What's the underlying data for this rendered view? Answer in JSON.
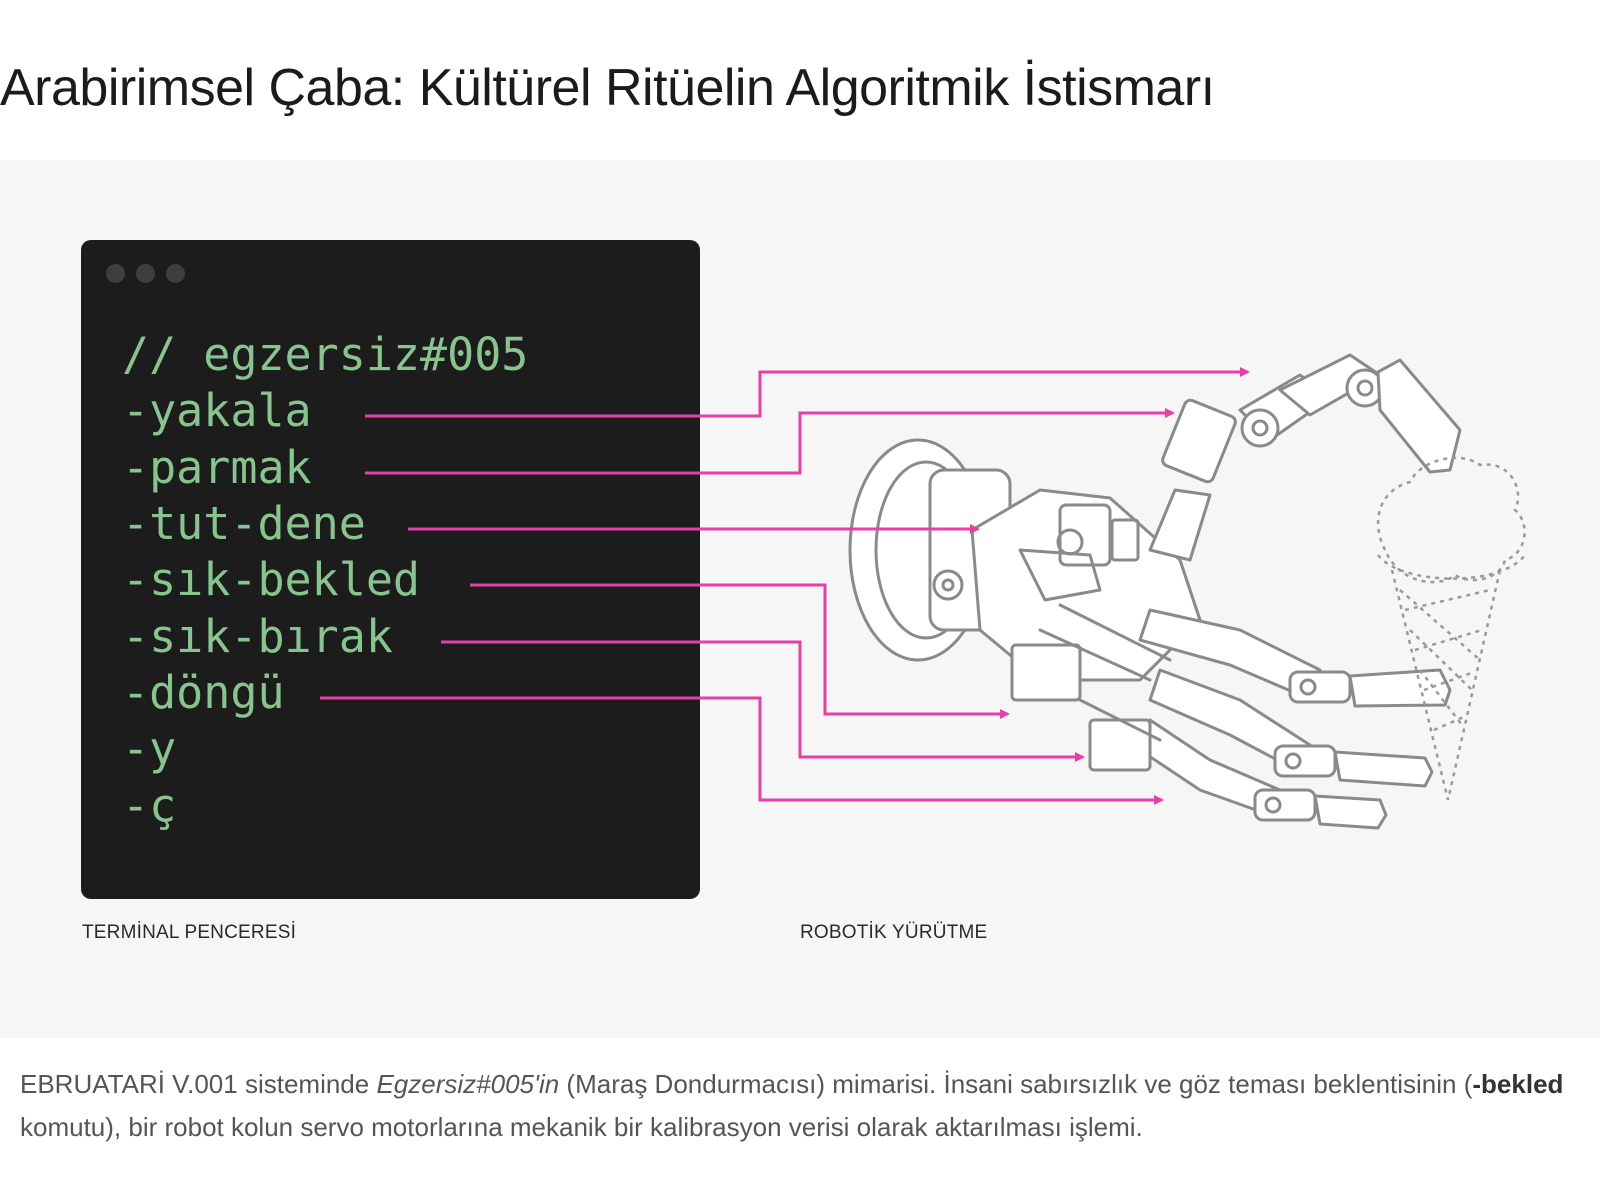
{
  "title": "Arabirimsel Çaba: Kültürel Ritüelin Algoritmik İstismarı",
  "figure": {
    "terminal": {
      "lines": [
        "// egzersiz#005",
        "-yakala",
        "-parmak",
        "-tut-dene",
        "-sık-bekled",
        "-sık-bırak",
        "-döngü",
        "-y",
        "-ç"
      ],
      "label": "TERMİNAL PENCERESİ"
    },
    "robot": {
      "label": "ROBOTİK YÜRÜTME",
      "illustration_icon": "robotic-arm-holding-ice-cream-cone-icon"
    }
  },
  "description": {
    "part1": "EBRUATARİ V.001 sisteminde ",
    "emphasis": "Egzersiz#005'in",
    "part2": " (Maraş Dondurmacısı) mimarisi. İnsani sabırsızlık ve göz teması beklentisinin (",
    "command": "-bekled",
    "part3": " komutu), bir robot kolun servo motorlarına mekanik bir kalibrasyon verisi olarak aktarılması işlemi."
  },
  "colors": {
    "terminal_bg": "#1c1c1c",
    "code_text": "#87c48e",
    "arrow": "#e83ea6",
    "robot_line": "#8a8a8a",
    "figure_bg": "#f6f6f6"
  }
}
